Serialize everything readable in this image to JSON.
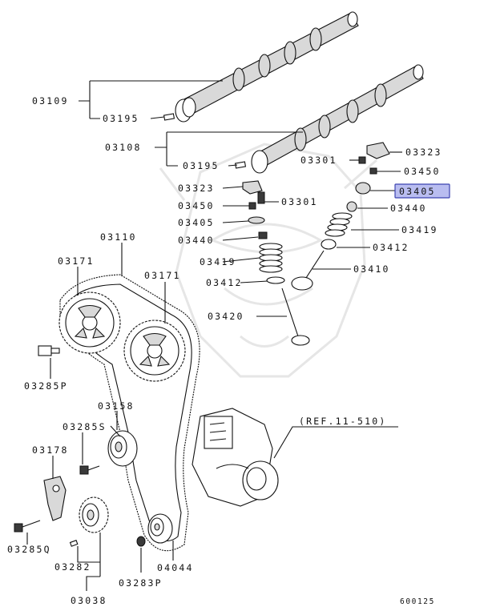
{
  "diagram_code": "600125",
  "ref_label": "(REF.11-510)",
  "highlight_color": "#b9bdf0",
  "labels": {
    "l03109": "03109",
    "l03195a": "03195",
    "l03108": "03108",
    "l03195b": "03195",
    "l03301a": "03301",
    "l03323a": "03323",
    "l03450a": "03450",
    "l03405a": "03405",
    "l03440a": "03440",
    "l03419a": "03419",
    "l03412a": "03412",
    "l03410": "03410",
    "l03323b": "03323",
    "l03450b": "03450",
    "l03301b": "03301",
    "l03405b": "03405",
    "l03440b": "03440",
    "l03110": "03110",
    "l03171a": "03171",
    "l03171b": "03171",
    "l03419b": "03419",
    "l03412b": "03412",
    "l03420": "03420",
    "l03285p": "03285P",
    "l03158": "03158",
    "l03285s": "03285S",
    "l03178": "03178",
    "l03285q": "03285Q",
    "l03282": "03282",
    "l03283p": "03283P",
    "l04044": "04044",
    "l03038": "03038"
  }
}
